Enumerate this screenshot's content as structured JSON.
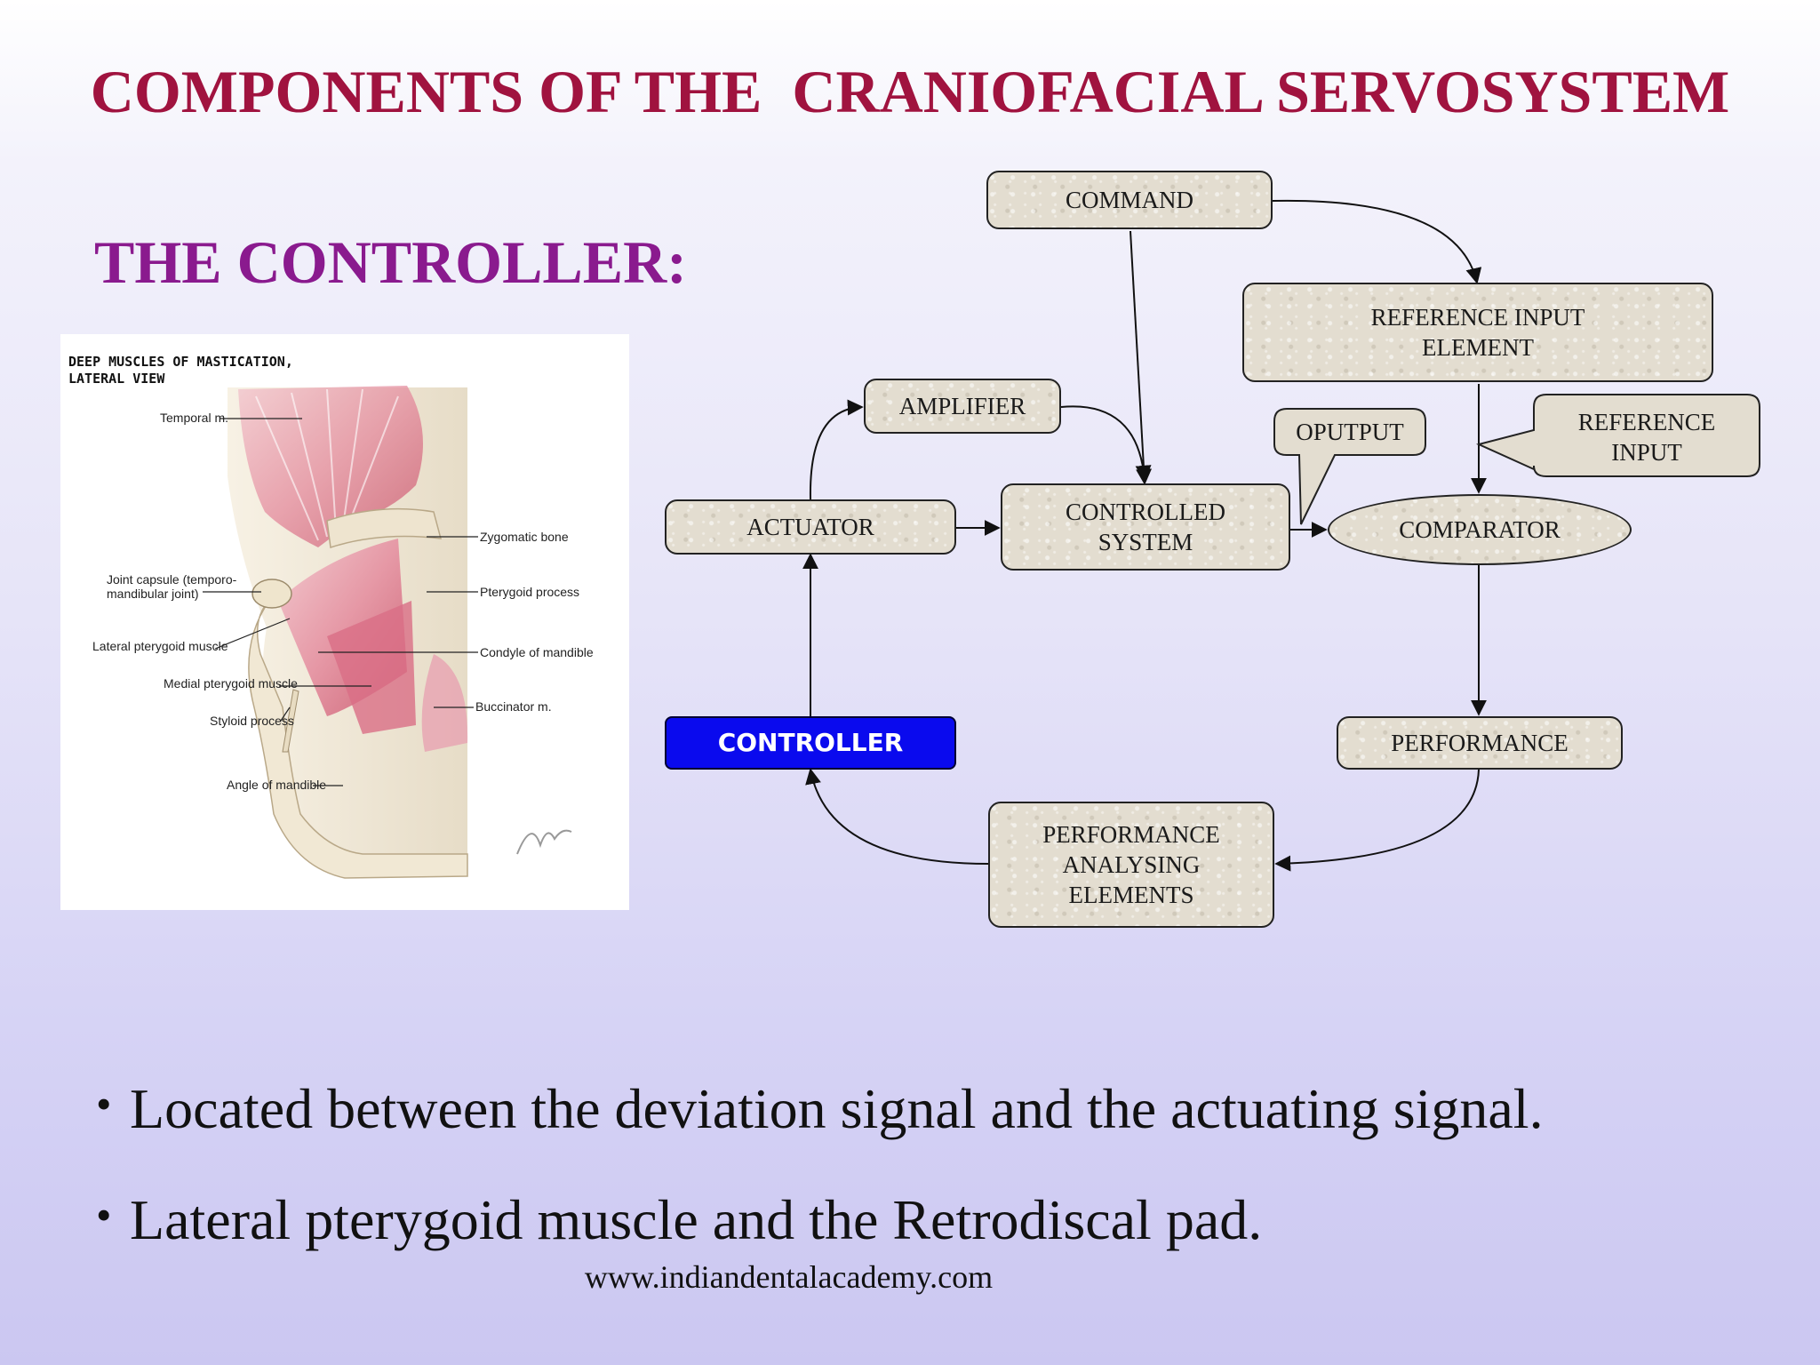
{
  "slide": {
    "title": "COMPONENTS OF THE  CRANIOFACIAL SERVOSYSTEM",
    "section_title": "THE CONTROLLER:",
    "footer_url": "www.indiandentalacademy.com"
  },
  "figure": {
    "heading": "DEEP MUSCLES OF MASTICATION,\nLATERAL VIEW",
    "labels": {
      "temporal": "Temporal m.",
      "zygomatic": "Zygomatic bone",
      "joint_capsule": "Joint capsule (temporo-\nmandibular joint)",
      "pterygoid_process": "Pterygoid process",
      "lateral_pterygoid": "Lateral pterygoid muscle",
      "condyle": "Condyle of mandible",
      "medial_pterygoid": "Medial pterygoid muscle",
      "buccinator": "Buccinator m.",
      "styloid": "Styloid process",
      "angle": "Angle of mandible"
    }
  },
  "diagram": {
    "nodes": {
      "command": "COMMAND",
      "reference_input_element": "REFERENCE INPUT\nELEMENT",
      "amplifier": "AMPLIFIER",
      "oputput": "OPUTPUT",
      "reference_input": "REFERENCE\nINPUT",
      "actuator": "ACTUATOR",
      "controlled_system": "CONTROLLED\nSYSTEM",
      "comparator": "COMPARATOR",
      "controller": "CONTROLLER",
      "performance": "PERFORMANCE",
      "performance_analysing": "PERFORMANCE\nANALYSING\nELEMENTS"
    },
    "colors": {
      "node_fill": "#e3ddd0",
      "controller_fill": "#0a0aee",
      "line": "#111111"
    }
  },
  "bullets": [
    "Located between the deviation signal and the actuating signal.",
    "Lateral pterygoid muscle and the Retrodiscal pad."
  ],
  "colors": {
    "title": "#a0133f",
    "section_title": "#8a1a8e"
  }
}
